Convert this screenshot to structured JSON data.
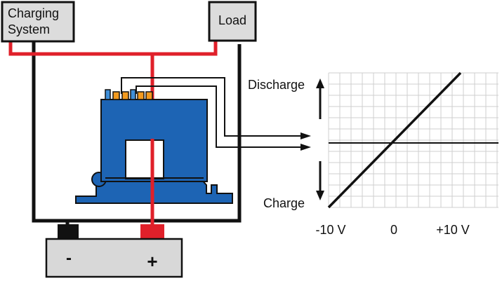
{
  "boxes": {
    "charging_system_line1": "Charging",
    "charging_system_line2": "System",
    "load": "Load"
  },
  "battery": {
    "negative_label": "-",
    "positive_label": "+"
  },
  "graph": {
    "discharge_label": "Discharge",
    "charge_label": "Charge",
    "x_ticks": [
      "-10 V",
      "0",
      "+10 V"
    ]
  },
  "colors": {
    "positive_wire": "#e0202a",
    "negative_wire": "#111111",
    "sensor_body": "#1d64b4",
    "box_fill": "#dcdcdc",
    "battery_fill": "#d8d8d8",
    "terminal_negative": "#111111",
    "terminal_positive": "#e0202a",
    "grid": "#cfcfcf"
  }
}
